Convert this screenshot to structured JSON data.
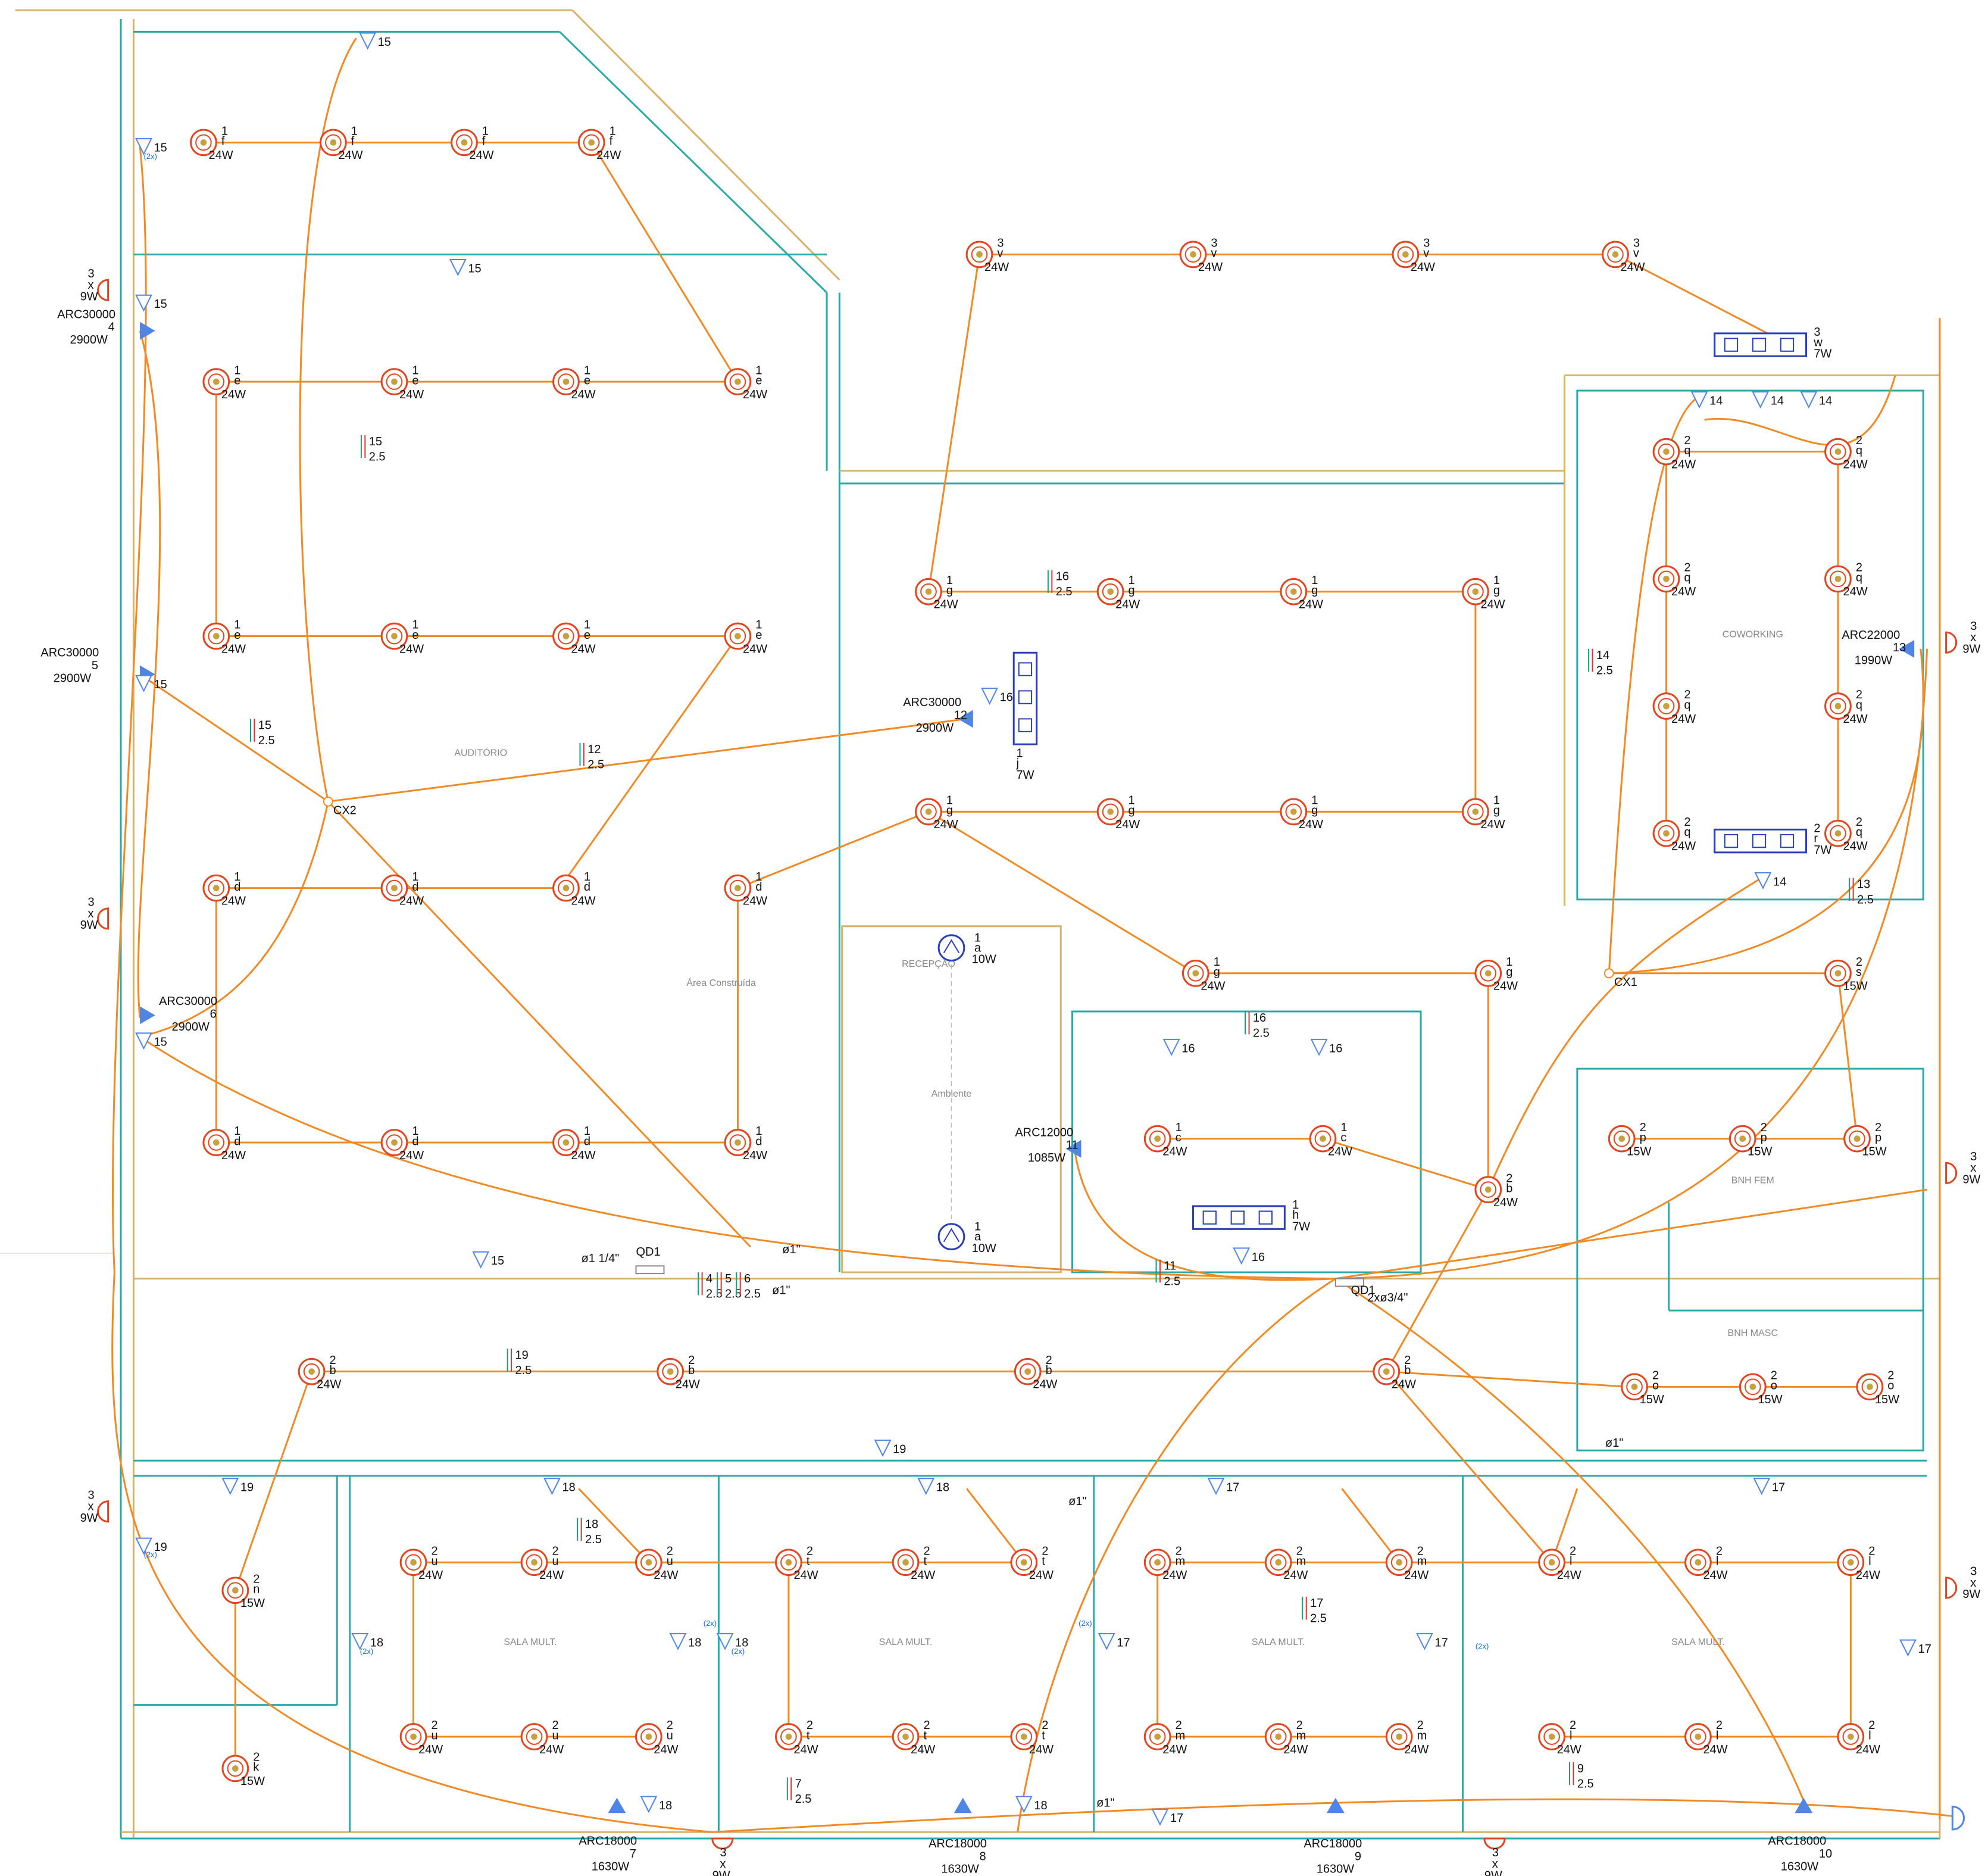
{
  "colors": {
    "wall": "#2aa9a9",
    "wall2": "#d9b26a",
    "cable": "#f08a24",
    "lamp_ring": "#e0461f",
    "lamp_core": "#c9a040",
    "ac": "#4f86e6",
    "panel": "#2b3fb8",
    "text": "#111111",
    "room": "#8c8c8c"
  },
  "rooms": [
    {
      "id": "auditorio",
      "label": "AUDITÓRIO"
    },
    {
      "id": "area",
      "label": "Área Construída"
    },
    {
      "id": "recepcao",
      "label": "RECEPÇÃO"
    },
    {
      "id": "ambiente",
      "label": "Ambiente"
    },
    {
      "id": "coworking",
      "label": "COWORKING"
    },
    {
      "id": "bnh_fem",
      "label": "BNH FEM"
    },
    {
      "id": "bnh_masc",
      "label": "BNH MASC"
    },
    {
      "id": "sala1",
      "label": "SALA MULT."
    },
    {
      "id": "sala2",
      "label": "SALA MULT."
    },
    {
      "id": "sala3",
      "label": "SALA MULT."
    },
    {
      "id": "sala4",
      "label": "SALA MULT."
    }
  ],
  "panels": [
    {
      "id": "qd1a",
      "label": "QD1"
    },
    {
      "id": "qd1b",
      "label": "QD1"
    }
  ],
  "junctions": [
    {
      "id": "cx1",
      "label": "CX1"
    },
    {
      "id": "cx2",
      "label": "CX2"
    }
  ],
  "conduits": [
    {
      "id": "c1",
      "label": "ø1 1/4\""
    },
    {
      "id": "c2",
      "label": "ø1\""
    },
    {
      "id": "c3",
      "label": "ø1\""
    },
    {
      "id": "c4",
      "label": "2xø3/4\""
    },
    {
      "id": "c5",
      "label": "ø1\""
    },
    {
      "id": "c6",
      "label": "ø1\""
    },
    {
      "id": "c7",
      "label": "ø1\""
    }
  ],
  "ac_units": [
    {
      "id": "ac4",
      "model": "ARC30000",
      "circuit": "4",
      "power": "2900W"
    },
    {
      "id": "ac5",
      "model": "ARC30000",
      "circuit": "5",
      "power": "2900W"
    },
    {
      "id": "ac6",
      "model": "ARC30000",
      "circuit": "6",
      "power": "2900W"
    },
    {
      "id": "ac12",
      "model": "ARC30000",
      "circuit": "12",
      "power": "2900W"
    },
    {
      "id": "ac11",
      "model": "ARC12000",
      "circuit": "11",
      "power": "1085W"
    },
    {
      "id": "ac13",
      "model": "ARC22000",
      "circuit": "13",
      "power": "1990W"
    },
    {
      "id": "ac7",
      "model": "ARC18000",
      "circuit": "7",
      "power": "1630W"
    },
    {
      "id": "ac8",
      "model": "ARC18000",
      "circuit": "8",
      "power": "1630W"
    },
    {
      "id": "ac9",
      "model": "ARC18000",
      "circuit": "9",
      "power": "1630W"
    },
    {
      "id": "ac10",
      "model": "ARC18000",
      "circuit": "10",
      "power": "1630W"
    }
  ],
  "wall_lights": [
    {
      "id": "wl1",
      "circuit": "3",
      "sw": "x",
      "power": "9W"
    },
    {
      "id": "wl2",
      "circuit": "3",
      "sw": "x",
      "power": "9W"
    },
    {
      "id": "wl3",
      "circuit": "3",
      "sw": "x",
      "power": "9W"
    },
    {
      "id": "wl4",
      "circuit": "3",
      "sw": "x",
      "power": "9W"
    },
    {
      "id": "wl5",
      "circuit": "3",
      "sw": "x",
      "power": "9W"
    },
    {
      "id": "wl6",
      "circuit": "3",
      "sw": "x",
      "power": "9W"
    },
    {
      "id": "wl7",
      "circuit": "3",
      "sw": "x",
      "power": "9W"
    },
    {
      "id": "wl8",
      "circuit": "3",
      "sw": "x",
      "power": "9W"
    }
  ],
  "fixtures": [
    {
      "id": "L1",
      "c": "1",
      "sw": "f",
      "w": "24W"
    },
    {
      "id": "L2",
      "c": "1",
      "sw": "f",
      "w": "24W"
    },
    {
      "id": "L3",
      "c": "1",
      "sw": "f",
      "w": "24W"
    },
    {
      "id": "L4",
      "c": "1",
      "sw": "f",
      "w": "24W"
    },
    {
      "id": "L5",
      "c": "1",
      "sw": "e",
      "w": "24W"
    },
    {
      "id": "L6",
      "c": "1",
      "sw": "e",
      "w": "24W"
    },
    {
      "id": "L7",
      "c": "1",
      "sw": "e",
      "w": "24W"
    },
    {
      "id": "L8",
      "c": "1",
      "sw": "e",
      "w": "24W"
    },
    {
      "id": "L9",
      "c": "1",
      "sw": "e",
      "w": "24W"
    },
    {
      "id": "L10",
      "c": "1",
      "sw": "e",
      "w": "24W"
    },
    {
      "id": "L11",
      "c": "1",
      "sw": "e",
      "w": "24W"
    },
    {
      "id": "L12",
      "c": "1",
      "sw": "e",
      "w": "24W"
    },
    {
      "id": "L13",
      "c": "1",
      "sw": "d",
      "w": "24W"
    },
    {
      "id": "L14",
      "c": "1",
      "sw": "d",
      "w": "24W"
    },
    {
      "id": "L15",
      "c": "1",
      "sw": "d",
      "w": "24W"
    },
    {
      "id": "L16",
      "c": "1",
      "sw": "d",
      "w": "24W"
    },
    {
      "id": "L17",
      "c": "1",
      "sw": "d",
      "w": "24W"
    },
    {
      "id": "L18",
      "c": "1",
      "sw": "d",
      "w": "24W"
    },
    {
      "id": "L19",
      "c": "1",
      "sw": "d",
      "w": "24W"
    },
    {
      "id": "L20",
      "c": "1",
      "sw": "d",
      "w": "24W"
    },
    {
      "id": "L21",
      "c": "3",
      "sw": "v",
      "w": "24W"
    },
    {
      "id": "L22",
      "c": "3",
      "sw": "v",
      "w": "24W"
    },
    {
      "id": "L23",
      "c": "3",
      "sw": "v",
      "w": "24W"
    },
    {
      "id": "L24",
      "c": "3",
      "sw": "v",
      "w": "24W"
    },
    {
      "id": "L25",
      "c": "1",
      "sw": "g",
      "w": "24W"
    },
    {
      "id": "L26",
      "c": "1",
      "sw": "g",
      "w": "24W"
    },
    {
      "id": "L27",
      "c": "1",
      "sw": "g",
      "w": "24W"
    },
    {
      "id": "L28",
      "c": "1",
      "sw": "g",
      "w": "24W"
    },
    {
      "id": "L29",
      "c": "1",
      "sw": "g",
      "w": "24W"
    },
    {
      "id": "L30",
      "c": "1",
      "sw": "g",
      "w": "24W"
    },
    {
      "id": "L31",
      "c": "1",
      "sw": "g",
      "w": "24W"
    },
    {
      "id": "L32",
      "c": "1",
      "sw": "g",
      "w": "24W"
    },
    {
      "id": "L33",
      "c": "1",
      "sw": "g",
      "w": "24W"
    },
    {
      "id": "L34",
      "c": "1",
      "sw": "g",
      "w": "24W"
    },
    {
      "id": "L35",
      "c": "1",
      "sw": "c",
      "w": "24W"
    },
    {
      "id": "L36",
      "c": "1",
      "sw": "c",
      "w": "24W"
    },
    {
      "id": "L37",
      "c": "2",
      "sw": "b",
      "w": "24W"
    },
    {
      "id": "L38",
      "c": "2",
      "sw": "q",
      "w": "24W"
    },
    {
      "id": "L39",
      "c": "2",
      "sw": "q",
      "w": "24W"
    },
    {
      "id": "L40",
      "c": "2",
      "sw": "q",
      "w": "24W"
    },
    {
      "id": "L41",
      "c": "2",
      "sw": "q",
      "w": "24W"
    },
    {
      "id": "L42",
      "c": "2",
      "sw": "q",
      "w": "24W"
    },
    {
      "id": "L43",
      "c": "2",
      "sw": "q",
      "w": "24W"
    },
    {
      "id": "L44",
      "c": "2",
      "sw": "q",
      "w": "24W"
    },
    {
      "id": "L45",
      "c": "2",
      "sw": "q",
      "w": "24W"
    },
    {
      "id": "L46",
      "c": "2",
      "sw": "s",
      "w": "15W"
    },
    {
      "id": "L47",
      "c": "2",
      "sw": "p",
      "w": "15W"
    },
    {
      "id": "L48",
      "c": "2",
      "sw": "p",
      "w": "15W"
    },
    {
      "id": "L49",
      "c": "2",
      "sw": "p",
      "w": "15W"
    },
    {
      "id": "L50",
      "c": "2",
      "sw": "o",
      "w": "15W"
    },
    {
      "id": "L51",
      "c": "2",
      "sw": "o",
      "w": "15W"
    },
    {
      "id": "L52",
      "c": "2",
      "sw": "o",
      "w": "15W"
    },
    {
      "id": "L53",
      "c": "2",
      "sw": "b",
      "w": "24W"
    },
    {
      "id": "L54",
      "c": "2",
      "sw": "b",
      "w": "24W"
    },
    {
      "id": "L55",
      "c": "2",
      "sw": "b",
      "w": "24W"
    },
    {
      "id": "L56",
      "c": "2",
      "sw": "b",
      "w": "24W"
    },
    {
      "id": "L57",
      "c": "2",
      "sw": "n",
      "w": "15W"
    },
    {
      "id": "L58",
      "c": "2",
      "sw": "k",
      "w": "15W"
    },
    {
      "id": "L59",
      "c": "2",
      "sw": "u",
      "w": "24W"
    },
    {
      "id": "L60",
      "c": "2",
      "sw": "u",
      "w": "24W"
    },
    {
      "id": "L61",
      "c": "2",
      "sw": "u",
      "w": "24W"
    },
    {
      "id": "L62",
      "c": "2",
      "sw": "u",
      "w": "24W"
    },
    {
      "id": "L63",
      "c": "2",
      "sw": "u",
      "w": "24W"
    },
    {
      "id": "L64",
      "c": "2",
      "sw": "u",
      "w": "24W"
    },
    {
      "id": "L65",
      "c": "2",
      "sw": "t",
      "w": "24W"
    },
    {
      "id": "L66",
      "c": "2",
      "sw": "t",
      "w": "24W"
    },
    {
      "id": "L67",
      "c": "2",
      "sw": "t",
      "w": "24W"
    },
    {
      "id": "L68",
      "c": "2",
      "sw": "t",
      "w": "24W"
    },
    {
      "id": "L69",
      "c": "2",
      "sw": "t",
      "w": "24W"
    },
    {
      "id": "L70",
      "c": "2",
      "sw": "t",
      "w": "24W"
    },
    {
      "id": "L71",
      "c": "2",
      "sw": "m",
      "w": "24W"
    },
    {
      "id": "L72",
      "c": "2",
      "sw": "m",
      "w": "24W"
    },
    {
      "id": "L73",
      "c": "2",
      "sw": "m",
      "w": "24W"
    },
    {
      "id": "L74",
      "c": "2",
      "sw": "m",
      "w": "24W"
    },
    {
      "id": "L75",
      "c": "2",
      "sw": "m",
      "w": "24W"
    },
    {
      "id": "L76",
      "c": "2",
      "sw": "m",
      "w": "24W"
    },
    {
      "id": "L77",
      "c": "2",
      "sw": "l",
      "w": "24W"
    },
    {
      "id": "L78",
      "c": "2",
      "sw": "l",
      "w": "24W"
    },
    {
      "id": "L79",
      "c": "2",
      "sw": "l",
      "w": "24W"
    },
    {
      "id": "L80",
      "c": "2",
      "sw": "l",
      "w": "24W"
    },
    {
      "id": "L81",
      "c": "2",
      "sw": "l",
      "w": "24W"
    },
    {
      "id": "L82",
      "c": "2",
      "sw": "l",
      "w": "24W"
    }
  ],
  "spots": [
    {
      "id": "S1",
      "c": "1",
      "sw": "a",
      "w": "10W"
    },
    {
      "id": "S2",
      "c": "1",
      "sw": "a",
      "w": "10W"
    }
  ],
  "led_panels": [
    {
      "id": "P1",
      "c": "3",
      "sw": "w",
      "w": "7W"
    },
    {
      "id": "P2",
      "c": "1",
      "sw": "j",
      "w": "7W"
    },
    {
      "id": "P3",
      "c": "1",
      "sw": "h",
      "w": "7W"
    },
    {
      "id": "P4",
      "c": "2",
      "sw": "r",
      "w": "7W"
    }
  ],
  "outlets": [
    {
      "id": "o15",
      "label": "15"
    },
    {
      "id": "o16",
      "label": "16"
    },
    {
      "id": "o14",
      "label": "14"
    },
    {
      "id": "o17",
      "label": "17"
    },
    {
      "id": "o18",
      "label": "18"
    },
    {
      "id": "o19",
      "label": "19"
    },
    {
      "id": "o2x",
      "label": "(2x)"
    }
  ],
  "cable_tags": [
    {
      "id": "t1",
      "n": "15",
      "g": "2.5"
    },
    {
      "id": "t2",
      "n": "15",
      "g": "2.5"
    },
    {
      "id": "t3",
      "n": "12",
      "g": "2.5"
    },
    {
      "id": "t4",
      "n": "16",
      "g": "2.5"
    },
    {
      "id": "t5",
      "n": "16",
      "g": "2.5"
    },
    {
      "id": "t6",
      "n": "19",
      "g": "2.5"
    },
    {
      "id": "t7",
      "n": "18",
      "g": "2.5"
    },
    {
      "id": "t8",
      "n": "17",
      "g": "2.5"
    },
    {
      "id": "t9",
      "n": "14",
      "g": "2.5"
    },
    {
      "id": "t10",
      "n": "13",
      "g": "2.5"
    },
    {
      "id": "t11",
      "n": "11",
      "g": "2.5"
    },
    {
      "id": "t12",
      "n": "9",
      "g": "2.5"
    },
    {
      "id": "t13",
      "n": "7",
      "g": "2.5"
    },
    {
      "id": "t14",
      "n": "4",
      "g": "2.5"
    },
    {
      "id": "t15",
      "n": "5",
      "g": "2.5"
    },
    {
      "id": "t16",
      "n": "6",
      "g": "2.5"
    }
  ]
}
